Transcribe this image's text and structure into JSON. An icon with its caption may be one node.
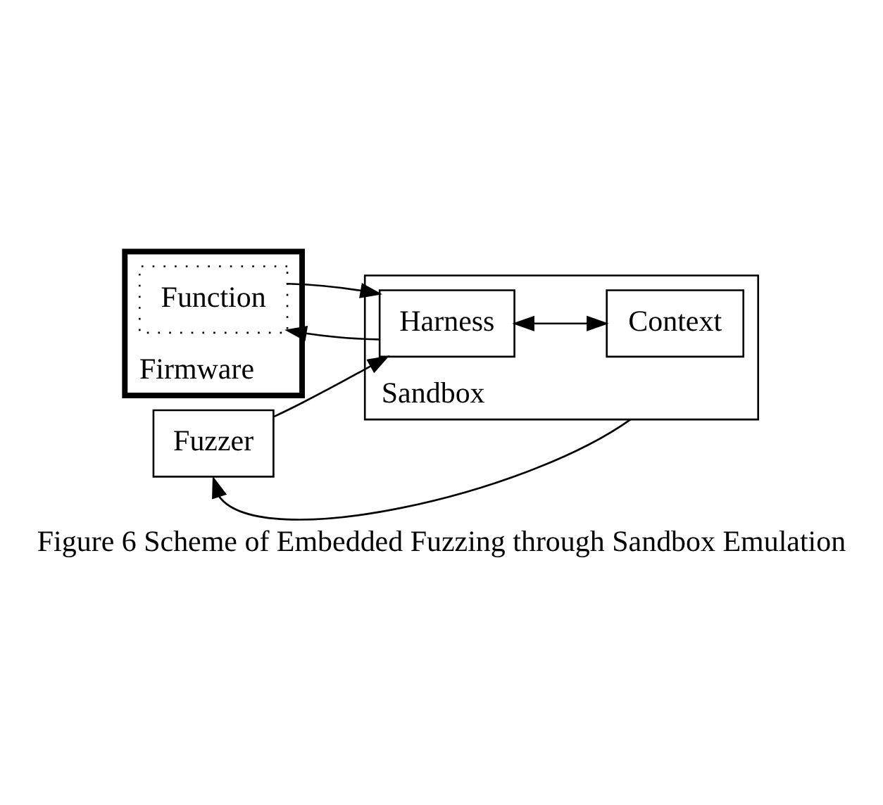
{
  "diagram": {
    "caption": "Figure 6 Scheme of Embedded Fuzzing through Sandbox Emulation",
    "nodes": [
      {
        "text": [
          "Firmware"
        ]
      },
      {
        "text": [
          "Function"
        ],
        "in": 0
      },
      {
        "text": [
          "Sandbox"
        ]
      },
      {
        "text": [
          "Harness"
        ],
        "in": 2
      },
      {
        "text": [
          "Context"
        ],
        "in": 2
      },
      {
        "text": [
          "Fuzzer"
        ]
      }
    ],
    "edges": [
      {
        "from": 5,
        "to": 3,
        "arrow": "to"
      },
      {
        "from": 3,
        "to": 1,
        "arrow": "to"
      },
      {
        "from": 1,
        "to": 3,
        "arrow": "to"
      },
      {
        "from": 3,
        "to": 4,
        "arrow": "both"
      },
      {
        "from": 2,
        "to": 5,
        "arrow": "to"
      }
    ]
  }
}
